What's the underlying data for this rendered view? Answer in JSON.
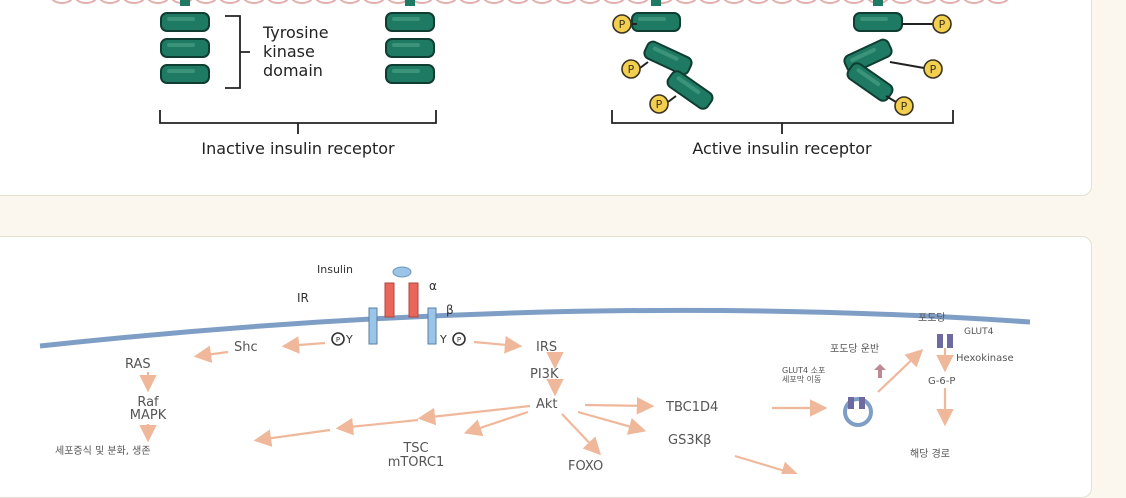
{
  "top_diagram": {
    "domain_label_line1": "Tyrosine",
    "domain_label_line2": "kinase",
    "domain_label_line3": "domain",
    "inactive_caption": "Inactive insulin receptor",
    "active_caption": "Active insulin receptor",
    "phospho_letter": "P",
    "colors": {
      "membrane": "#e2b0ae",
      "kinase": "#1e7a63",
      "phospho": "#f3cf4f"
    }
  },
  "pathway": {
    "insulin": "Insulin",
    "ir": "IR",
    "alpha": "α",
    "beta": "β",
    "y_label": "Y",
    "p_letter": "P",
    "shc": "Shc",
    "ras": "RAS",
    "raf": "Raf",
    "mapk": "MAPK",
    "growth": "세포증식 및 분화, 생존",
    "irs": "IRS",
    "pi3k": "PI3K",
    "akt": "Akt",
    "tsc": "TSC",
    "mtorc1": "mTORC1",
    "foxo": "FOXO",
    "tbc1d4": "TBC1D4",
    "gs3k": "GS3Kβ",
    "glut4_vesicle_line1": "GLUT4 소포",
    "glut4_vesicle_line2": "세포막 이동",
    "glucose_transport": "포도당 운반",
    "glucose": "포도당",
    "glut4": "GLUT4",
    "hexokinase": "Hexokinase",
    "g6p": "G-6-P",
    "glycolysis": "해당 경로",
    "colors": {
      "arrow": "#f0b89a",
      "membrane": "#7f9ec6",
      "receptor_alpha": "#e8675a",
      "receptor_beta": "#9ac4e8"
    }
  }
}
